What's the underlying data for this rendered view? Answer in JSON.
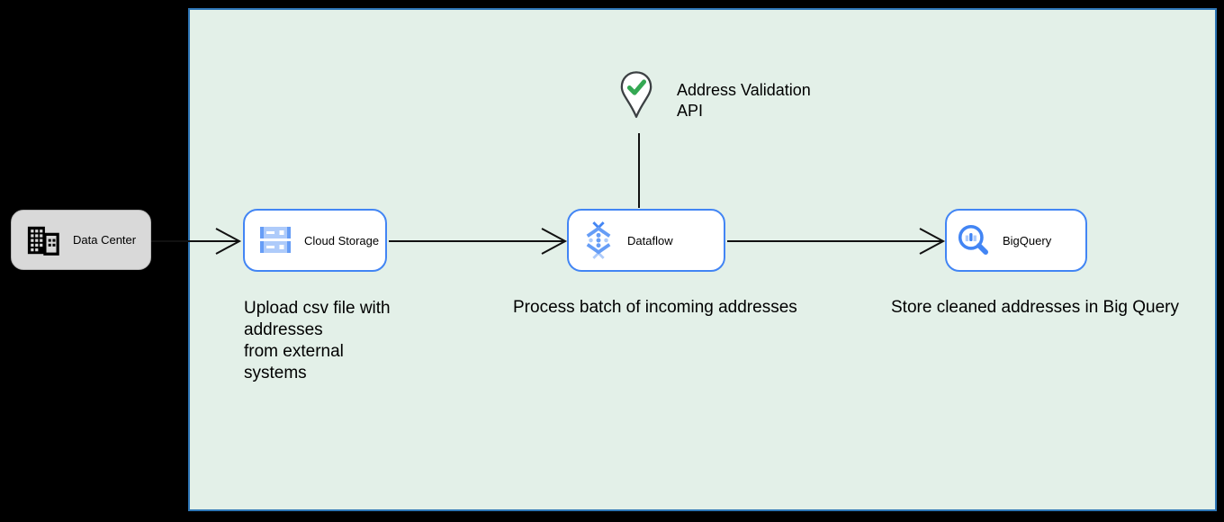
{
  "colors": {
    "diagram_fill": "#e3f0e8",
    "diagram_border": "#2e76b6",
    "node_border": "#4285f4",
    "node_fill": "#ffffff",
    "datacenter_fill": "#d9d9d9",
    "arrow": "#111111",
    "pin_outline": "#3c4043",
    "check_green": "#34a853",
    "icon_blue": "#4285f4",
    "icon_blue_mid": "#669df6",
    "icon_blue_light": "#aecbfa",
    "text": "#000000"
  },
  "nodes": {
    "data_center": {
      "label": "Data Center",
      "icon": "building-icon"
    },
    "cloud_storage": {
      "label": "Cloud Storage",
      "icon": "cloud-storage-icon"
    },
    "dataflow": {
      "label": "Dataflow",
      "icon": "dataflow-icon"
    },
    "bigquery": {
      "label": "BigQuery",
      "icon": "bigquery-icon"
    }
  },
  "annotations": {
    "address_validation": {
      "label": "Address Validation\nAPI",
      "icon": "map-pin-check-icon"
    },
    "cloud_storage_caption": "Upload csv file with\naddresses\nfrom external\nsystems",
    "dataflow_caption": "Process batch of incoming addresses",
    "bigquery_caption": "Store cleaned addresses in Big Query"
  }
}
